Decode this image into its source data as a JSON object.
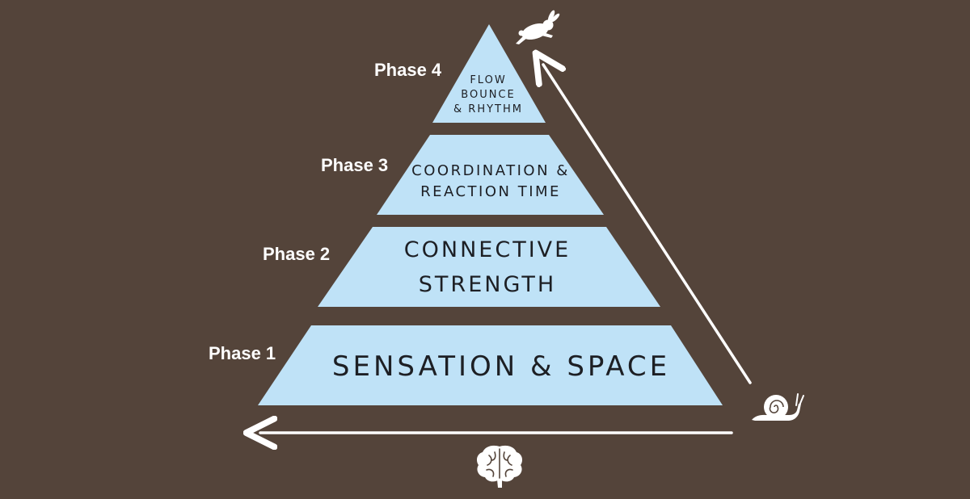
{
  "colors": {
    "background": "#54443a",
    "tier_fill": "#bfe2f7",
    "text_dark": "#1d1f24",
    "white": "#ffffff"
  },
  "phases": [
    {
      "label": "Phase 4",
      "lines": [
        "FLOW",
        "BOUNCE",
        "& RHYTHM"
      ]
    },
    {
      "label": "Phase 3",
      "lines": [
        "COORDINATION &",
        "REACTION TIME"
      ]
    },
    {
      "label": "Phase 2",
      "lines": [
        "CONNECTIVE",
        "STRENGTH"
      ]
    },
    {
      "label": "Phase 1",
      "lines": [
        "SENSATION & SPACE"
      ]
    }
  ],
  "icons": {
    "top": "rabbit-icon",
    "corner": "snail-icon",
    "bottom": "brain-icon"
  }
}
